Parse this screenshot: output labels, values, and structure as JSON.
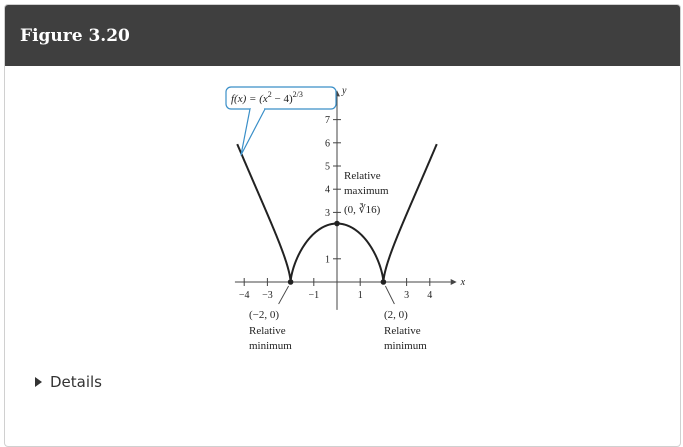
{
  "header": {
    "title": "Figure  3.20"
  },
  "details": {
    "label": "Details"
  },
  "icons": {
    "details_toggle": "triangle-right-icon"
  },
  "chart_data": {
    "type": "line",
    "series": [
      {
        "name": "f(x) = (x² − 4)^(2/3)",
        "function": "(x^2-4)^(2/3)",
        "x_range": [
          -4.3,
          4.3
        ]
      }
    ],
    "x_ticks": [
      -4,
      -3,
      -1,
      1,
      3,
      4
    ],
    "x_tick_labels": [
      "−4",
      "−3",
      "−1",
      "1",
      "3",
      "4"
    ],
    "y_ticks": [
      1,
      3,
      4,
      5,
      6,
      7
    ],
    "y_tick_labels": [
      "1",
      "3",
      "4",
      "5",
      "6",
      "7"
    ],
    "xlabel": "x",
    "ylabel": "y",
    "xlim": [
      -4.4,
      4.9
    ],
    "ylim": [
      -1.2,
      8.0
    ],
    "grid": false,
    "points": [
      {
        "x": -2,
        "y": 0,
        "coord_label": "(−2, 0)",
        "label_lines": [
          "Relative",
          "minimum"
        ]
      },
      {
        "x": 0,
        "y": 2.52,
        "coord_label": "(0, ∛16)",
        "label_lines": [
          "Relative",
          "maximum"
        ]
      },
      {
        "x": 2,
        "y": 0,
        "coord_label": "(2, 0)",
        "label_lines": [
          "Relative",
          "minimum"
        ]
      }
    ],
    "callout": {
      "prefix": "f(x) = (x",
      "sup1": "2",
      "mid": " − 4)",
      "sup2": "2/3"
    },
    "colors": {
      "curve": "#222222",
      "callout_border": "#3a8fc8",
      "callout_fill": "#ffffff",
      "header_bg": "#3f3f3f"
    }
  }
}
